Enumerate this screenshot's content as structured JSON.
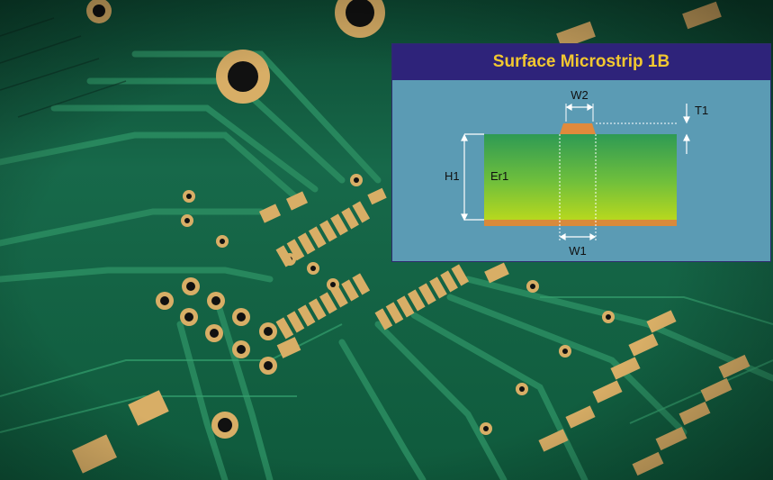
{
  "diagram": {
    "title": "Surface Microstrip 1B",
    "labels": {
      "trace_top_width": "W2",
      "trace_thickness": "T1",
      "substrate_height": "H1",
      "dielectric_constant": "Er1",
      "trace_bottom_width": "W1"
    }
  },
  "colors": {
    "pcb_green": "#1a6f4c",
    "pcb_copper": "#d8ae66",
    "diagram_panel": "#5b9bb4",
    "title_bar": "#2e237a",
    "title_text": "#f2c830",
    "trace_copper": "#e08a3c"
  }
}
